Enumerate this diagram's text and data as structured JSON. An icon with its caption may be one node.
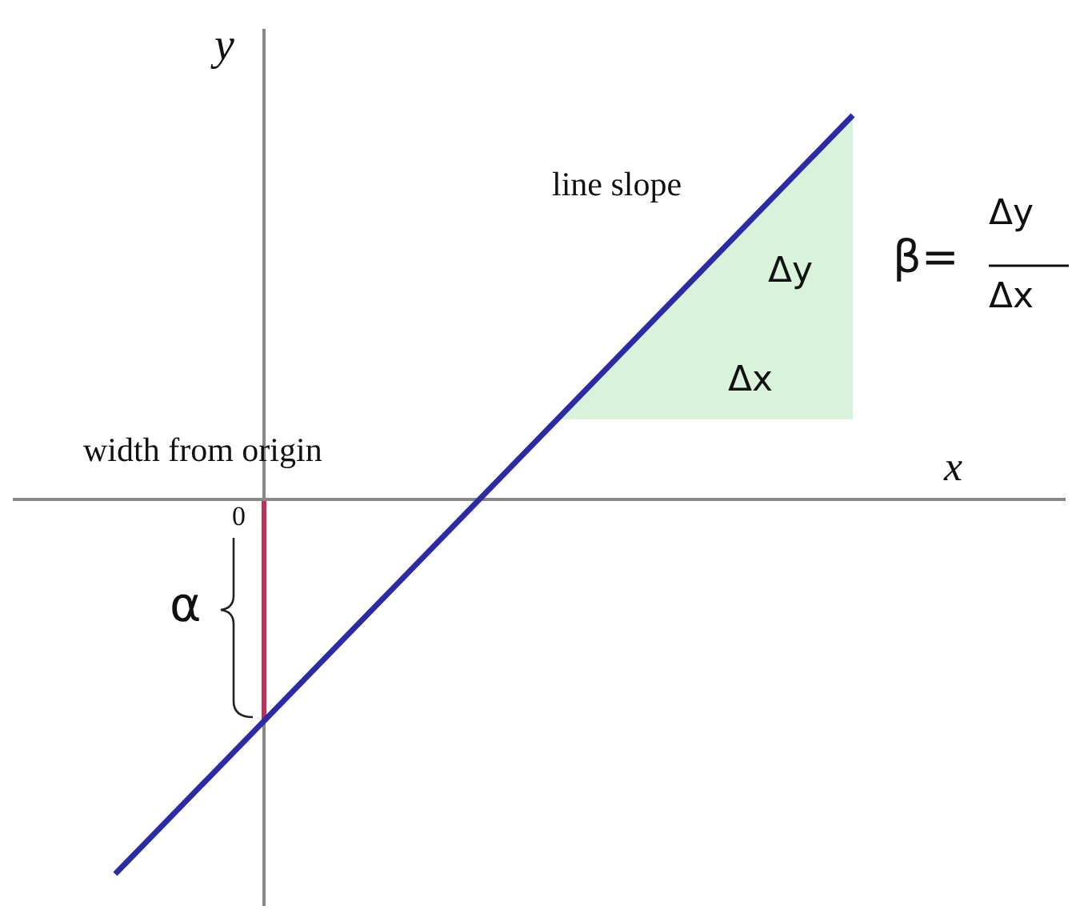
{
  "diagram": {
    "labels": [
      "y",
      "line slope",
      "Δy",
      "β=",
      "Δy",
      "Δx",
      "Δx",
      "width from origin",
      "x",
      "0",
      "α"
    ]
  }
}
